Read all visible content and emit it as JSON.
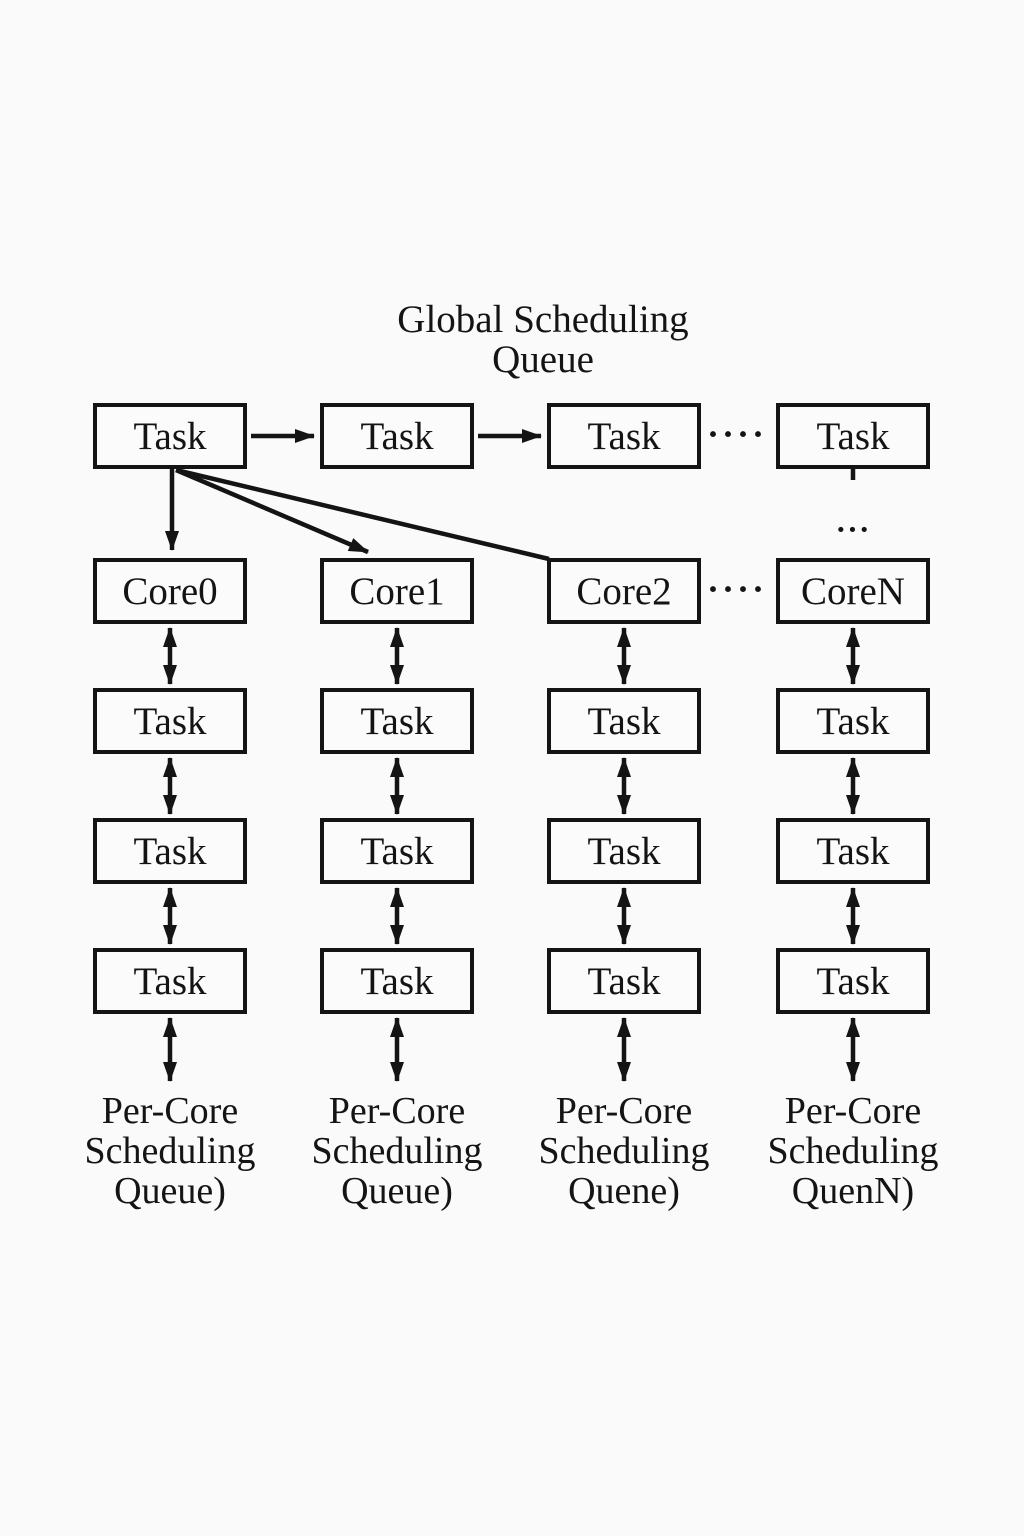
{
  "colors": {
    "background": "#fafafa",
    "ink": "#141414",
    "box_fill": "#fcfbfb"
  },
  "title": {
    "lines": [
      "Global Scheduling",
      "Queue"
    ]
  },
  "global_queue": {
    "tasks": [
      "Task",
      "Task",
      "Task",
      "Task"
    ],
    "ellipsis": "····"
  },
  "core_row": {
    "ellipsis_between": "····",
    "ellipsis_above_last": "···"
  },
  "columns": [
    {
      "core": "Core0",
      "tasks": [
        "Task",
        "Task",
        "Task"
      ],
      "label_lines": [
        "Per-Core",
        "Scheduling",
        "Queue)"
      ]
    },
    {
      "core": "Core1",
      "tasks": [
        "Task",
        "Task",
        "Task"
      ],
      "label_lines": [
        "Per-Core",
        "Scheduling",
        "Queue)"
      ]
    },
    {
      "core": "Core2",
      "tasks": [
        "Task",
        "Task",
        "Task"
      ],
      "label_lines": [
        "Per-Core",
        "Scheduling",
        "Quene)"
      ]
    },
    {
      "core": "CoreN",
      "tasks": [
        "Task",
        "Task",
        "Task"
      ],
      "label_lines": [
        "Per-Core",
        "Scheduling",
        "QuenN)"
      ]
    }
  ]
}
